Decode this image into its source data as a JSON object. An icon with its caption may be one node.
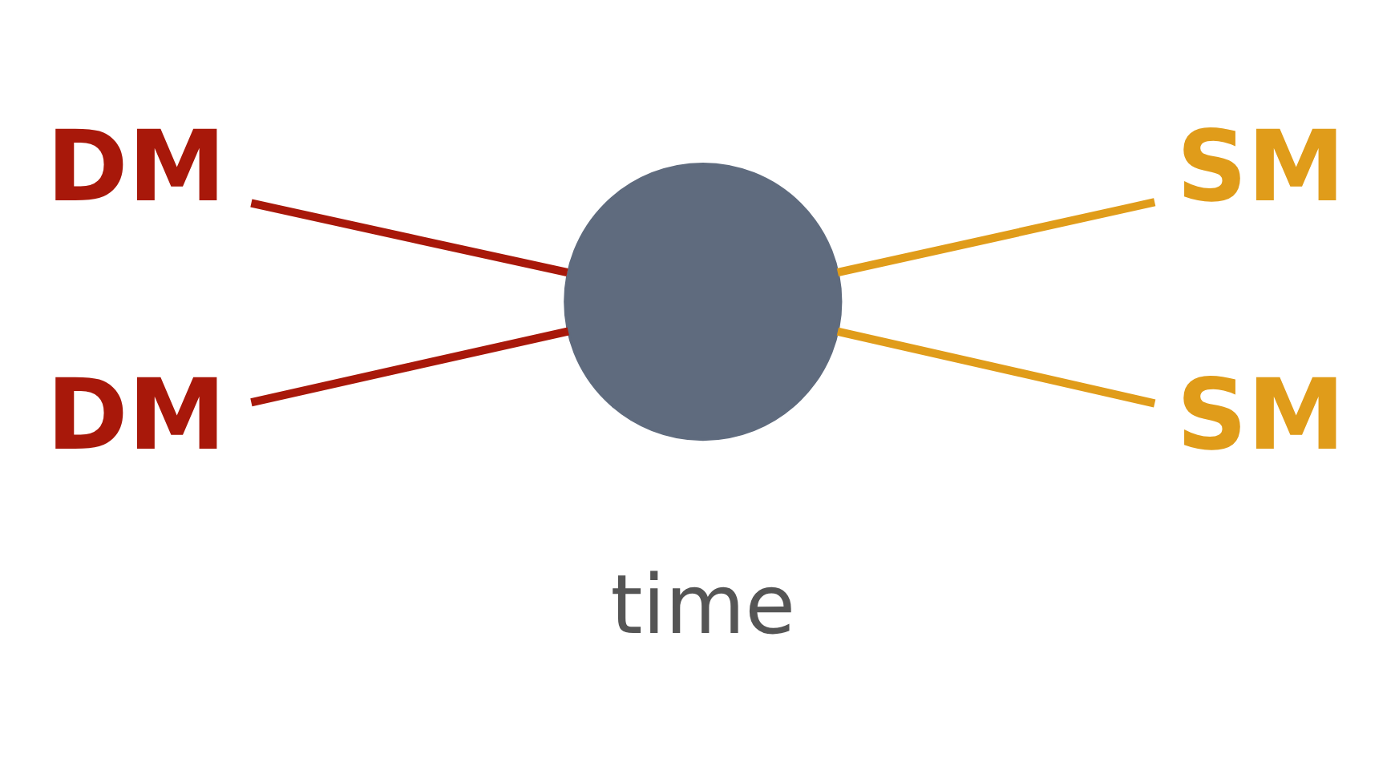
{
  "diagram": {
    "nodes": [
      {
        "text": [
          "DM"
        ]
      },
      {
        "text": [
          "DM"
        ]
      },
      {
        "text": [],
        "shape": "circle"
      },
      {
        "text": [
          "SM"
        ]
      },
      {
        "text": [
          "SM"
        ]
      }
    ],
    "edges": [
      {
        "from": 0,
        "to": 2,
        "arrow": "none",
        "color": "#a8180a"
      },
      {
        "from": 1,
        "to": 2,
        "arrow": "none",
        "color": "#a8180a"
      },
      {
        "from": 2,
        "to": 3,
        "arrow": "none",
        "color": "#e09c1a"
      },
      {
        "from": 2,
        "to": 4,
        "arrow": "none",
        "color": "#e09c1a"
      }
    ],
    "labels": [
      "time"
    ]
  }
}
